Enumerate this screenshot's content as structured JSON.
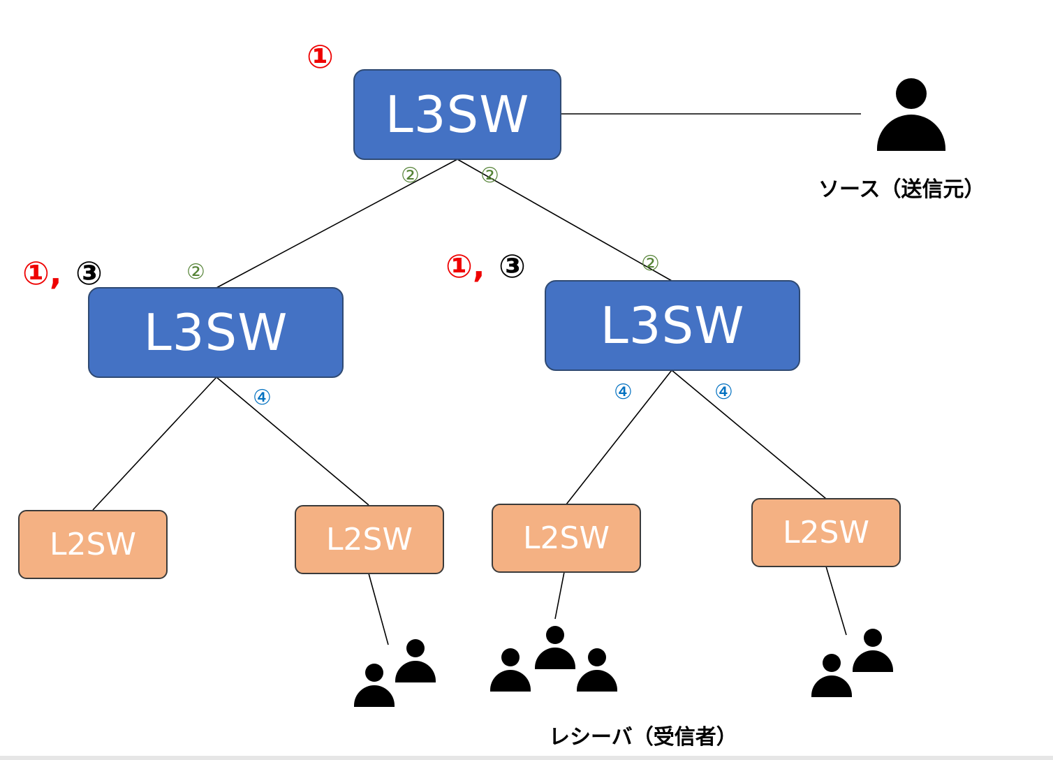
{
  "nodes": {
    "top_l3": "L3SW",
    "left_l3": "L3SW",
    "right_l3": "L3SW",
    "l2_1": "L2SW",
    "l2_2": "L2SW",
    "l2_3": "L2SW",
    "l2_4": "L2SW"
  },
  "markers": {
    "top_red": "①",
    "left_red": "①,",
    "left_black": "③",
    "right_red": "①,",
    "right_black": "③",
    "green_top_left": "②",
    "green_top_right": "②",
    "green_left_l3": "②",
    "green_right_l3": "②",
    "blue_left": "④",
    "blue_right_1": "④",
    "blue_right_2": "④"
  },
  "captions": {
    "source": "ソース（送信元）",
    "receiver": "レシーバ（受信者）"
  },
  "colors": {
    "l3_fill": "#4472c4",
    "l2_fill": "#f4b183",
    "red": "#ee0000",
    "green": "#548235",
    "blue": "#0070c0"
  },
  "icons": [
    "person-icon"
  ]
}
